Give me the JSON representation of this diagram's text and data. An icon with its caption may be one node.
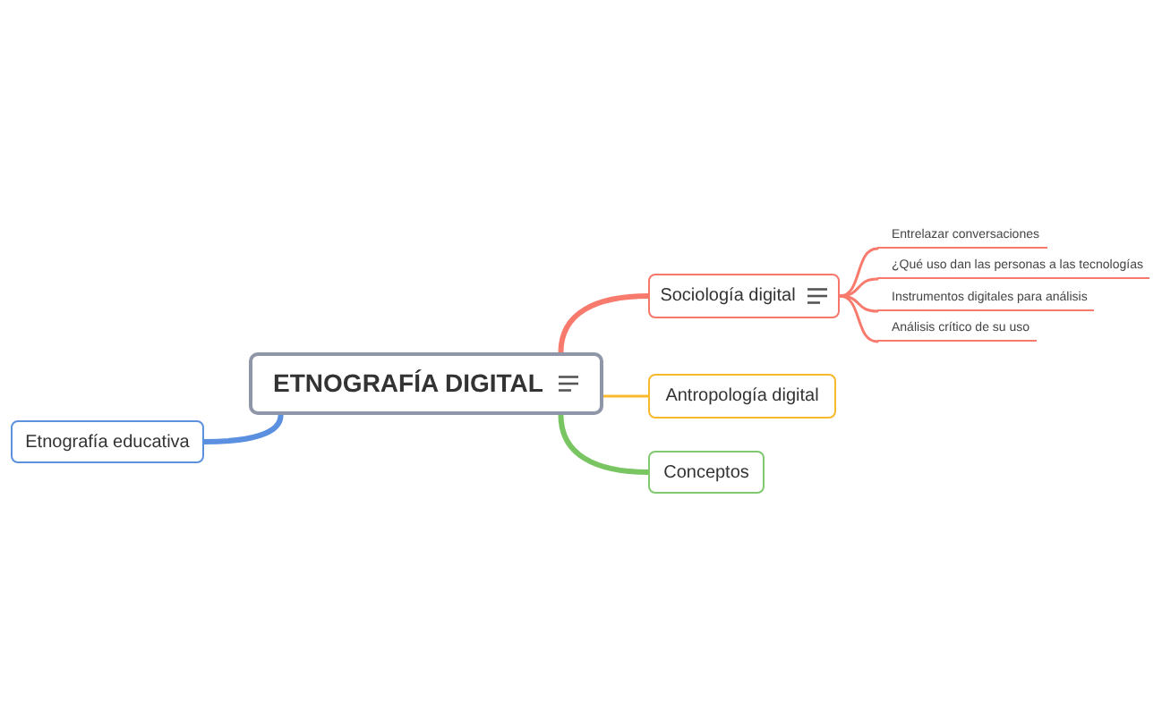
{
  "diagram": {
    "nodes": [
      {
        "text": [
          "ETNOGRAFÍA DIGITAL"
        ]
      },
      {
        "text": [
          "Sociología digital"
        ]
      },
      {
        "text": [
          "Antropología digital"
        ]
      },
      {
        "text": [
          "Conceptos"
        ]
      },
      {
        "text": [
          "Etnografía educativa"
        ]
      },
      {
        "text": [
          "Entrelazar conversaciones"
        ]
      },
      {
        "text": [
          "¿Qué uso dan las personas a las tecnologías"
        ]
      },
      {
        "text": [
          "Instrumentos digitales para análisis"
        ]
      },
      {
        "text": [
          "Análisis crítico de su uso"
        ]
      }
    ],
    "edges": [
      {
        "from": 0,
        "to": 1,
        "arrow": "none",
        "style": "thick"
      },
      {
        "from": 0,
        "to": 2,
        "arrow": "none",
        "color": "#f9bb2d"
      },
      {
        "from": 0,
        "to": 3,
        "arrow": "none",
        "style": "thick",
        "color": "#78c561"
      },
      {
        "from": 0,
        "to": 4,
        "arrow": "none",
        "style": "thick",
        "color": "#5b8fe0"
      },
      {
        "from": 1,
        "to": 5,
        "arrow": "none"
      },
      {
        "from": 1,
        "to": 6,
        "arrow": "none"
      },
      {
        "from": 1,
        "to": 7,
        "arrow": "none"
      },
      {
        "from": 1,
        "to": 8,
        "arrow": "none"
      }
    ]
  }
}
